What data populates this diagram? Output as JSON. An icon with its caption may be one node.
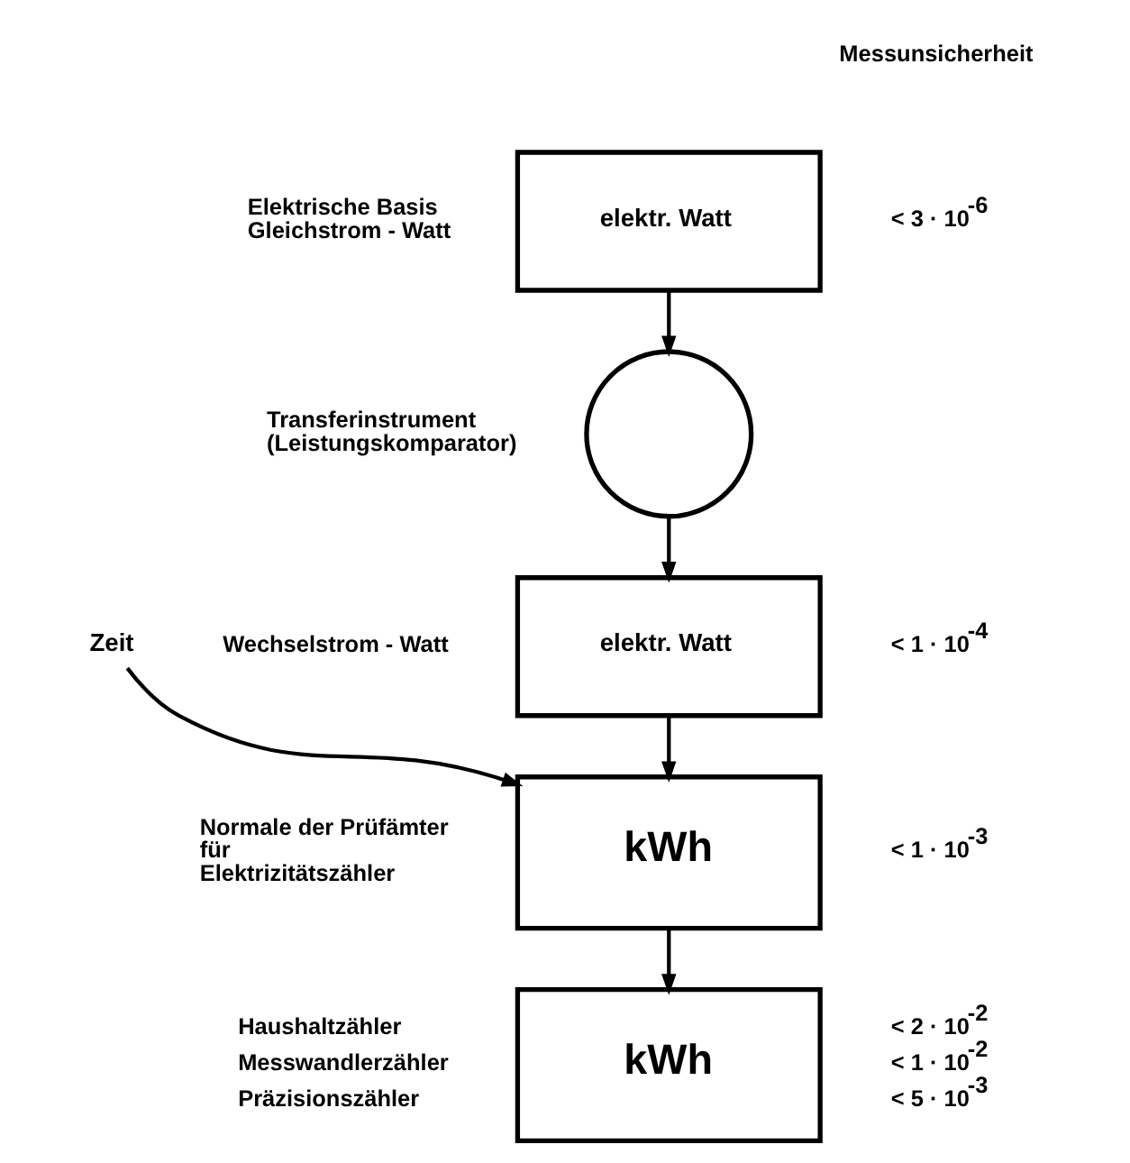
{
  "diagram": {
    "nodes": [
      {
        "text": [
          "elektr. Watt"
        ],
        "beside": [
          "Elektrische Basis Gleichstrom - Watt",
          "< 3 · 10$^{-6}$"
        ]
      },
      {
        "text": [],
        "shape": "circle",
        "beside": [
          "Transferinstrument (Leistungskomparator)"
        ]
      },
      {
        "text": [
          "elektr. Watt"
        ],
        "beside": [
          "Wechselstrom - Watt",
          "< 1 · 10$^{-4}$"
        ]
      },
      {
        "text": [
          "Zeit"
        ]
      },
      {
        "text": [
          "kWh"
        ],
        "beside": [
          "Normale der Prüfämter für Elektrizitätszähler",
          "< 1 · 10$^{-3}$"
        ]
      },
      {
        "text": [
          "kWh"
        ],
        "beside": [
          "Haushaltzähler",
          "Messwandlerzähler",
          "Präzisionszähler",
          "< 2 · 10$^{-2}$",
          "< 1 · 10$^{-2}$",
          "< 5 · 10$^{-3}$"
        ]
      }
    ],
    "edges": [
      {
        "from": 0,
        "to": 1,
        "arrow": "to"
      },
      {
        "from": 1,
        "to": 2,
        "arrow": "to"
      },
      {
        "from": 2,
        "to": 4,
        "arrow": "to"
      },
      {
        "from": 3,
        "to": 4,
        "arrow": "to"
      },
      {
        "from": 4,
        "to": 5,
        "arrow": "to"
      }
    ],
    "labels": [
      "Messunsicherheit"
    ]
  }
}
